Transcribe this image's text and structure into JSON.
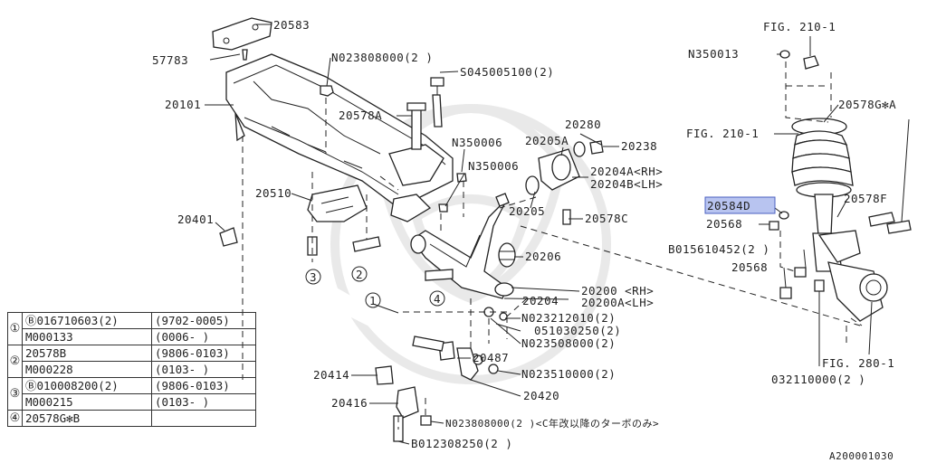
{
  "labels": {
    "p20583": "20583",
    "p57783": "57783",
    "p20101": "20101",
    "pN0238": "N023808000(2 )",
    "pS045": "S045005100(2)",
    "p20578A": "20578A",
    "pN350006a": "N350006",
    "pN350006b": "N350006",
    "p20280": "20280",
    "p20205A": "20205A",
    "p20238": "20238",
    "p20204A": "20204A<RH>",
    "p20204B": "20204B<LH>",
    "p20510": "20510",
    "p20205": "20205",
    "p20578C": "20578C",
    "p20401": "20401",
    "p20206": "20206",
    "p20200": "20200 <RH>",
    "p20200A": "20200A<LH>",
    "p20204": "20204",
    "pN023212": "N023212010(2)",
    "p051030": "051030250(2)",
    "pN023508": "N023508000(2)",
    "p20487": "20487",
    "pN023510": "N023510000(2)",
    "p20414": "20414",
    "p20420": "20420",
    "p20416": "20416",
    "pN0238b": "N023808000(2 )<C年改以降のターボのみ>",
    "pB0123": "B012308250(2 )",
    "fig2101a": "FIG. 210-1",
    "pN350013": "N350013",
    "p20578GA": "20578G✻A",
    "fig2101b": "FIG. 210-1",
    "p20578F": "20578F",
    "p20584D": "20584D",
    "p20568a": "20568",
    "pB0156": "B015610452(2 )",
    "p20568b": "20568",
    "fig2801": "FIG. 280-1",
    "p032110": "032110000(2 )",
    "docid": "A200001030"
  },
  "callouts": [
    "3",
    "2",
    "4",
    "1"
  ],
  "table": {
    "rows": [
      {
        "key": "①",
        "part": "Ⓑ016710603(2)",
        "date": "(9702-0005)"
      },
      {
        "key": "",
        "part": "M000133",
        "date": "(0006-     )"
      },
      {
        "key": "②",
        "part": "20578B",
        "date": "(9806-0103)"
      },
      {
        "key": "",
        "part": "M000228",
        "date": "(0103-     )"
      },
      {
        "key": "③",
        "part": "Ⓑ010008200(2)",
        "date": "(9806-0103)"
      },
      {
        "key": "",
        "part": "M000215",
        "date": "(0103-     )"
      },
      {
        "key": "④",
        "part": "20578G✻B",
        "date": ""
      }
    ]
  },
  "colors": {
    "highlight": "#b8c4f0",
    "highlight_border": "#4a5fc0",
    "line": "#222222"
  }
}
